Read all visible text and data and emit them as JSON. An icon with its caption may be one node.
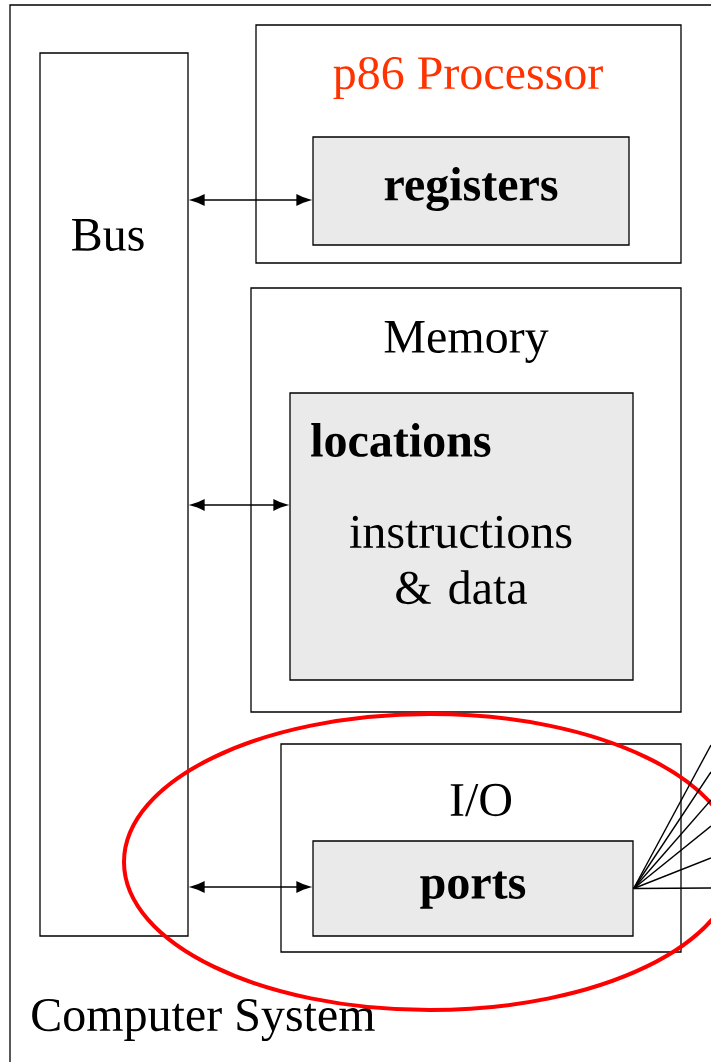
{
  "diagram": {
    "nodes": [
      {
        "text": [
          "Computer System"
        ]
      },
      {
        "text": [
          "Bus"
        ],
        "in": 0
      },
      {
        "text": [
          "p86 Processor"
        ],
        "in": 0
      },
      {
        "text": [
          "registers"
        ],
        "in": 2
      },
      {
        "text": [
          "Memory"
        ],
        "in": 0
      },
      {
        "text": [
          "locations",
          "instructions & data"
        ],
        "in": 4
      },
      {
        "text": [
          "I/O"
        ],
        "in": 0
      },
      {
        "text": [
          "ports"
        ],
        "in": 6
      }
    ],
    "edges": [
      {
        "from": 1,
        "to": 3,
        "arrow": "both"
      },
      {
        "from": 1,
        "to": 5,
        "arrow": "both"
      },
      {
        "from": 1,
        "to": 7,
        "arrow": "both"
      },
      {
        "from": 7,
        "to": null,
        "arrow": "none"
      },
      {
        "from": 7,
        "to": null,
        "arrow": "none"
      },
      {
        "from": 7,
        "to": null,
        "arrow": "none"
      },
      {
        "from": 7,
        "to": null,
        "arrow": "none"
      },
      {
        "from": 7,
        "to": null,
        "arrow": "none"
      },
      {
        "from": 7,
        "to": null,
        "arrow": "none"
      }
    ]
  }
}
